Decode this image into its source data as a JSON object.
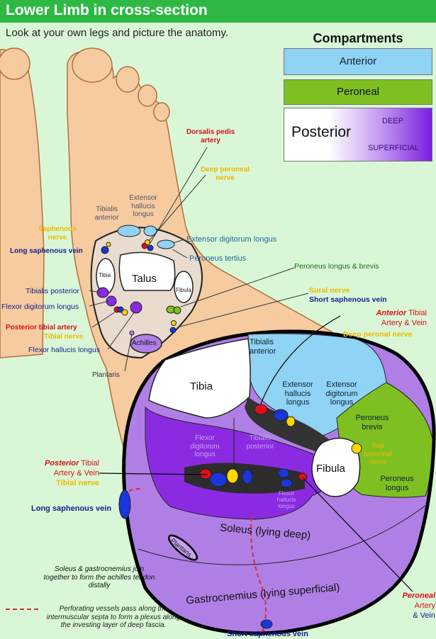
{
  "header": {
    "title": "Lower Limb in cross-section",
    "subtitle": "Look at your own legs and picture the anatomy."
  },
  "legend": {
    "title": "Compartments",
    "anterior": "Anterior",
    "peroneal": "Peroneal",
    "posterior": "Posterior",
    "deep": "DEEP",
    "superficial": "SUPERFICIAL"
  },
  "colors": {
    "header": "#2fb944",
    "background": "#d9f7d6",
    "anterior": "#8fd3f5",
    "peroneal": "#7ec022",
    "deep": "#7a1ee0",
    "superficial": "#b07fe6",
    "skin": "#f6cba0"
  },
  "ankle": {
    "dorsalis": "Dorsalis pedis artery",
    "deep_peroneal": "Deep peroneal nerve",
    "extensor_hallucis": "Extensor hallucis longus",
    "tibialis_anterior": "Tibialis anterior",
    "saphenous_nerve": "Saphenous nerve",
    "long_saphenous_vein": "Long saphenous vein",
    "extensor_digitorum": "Extensor digitorum longus",
    "peroneus_tertius": "Peroneus tertius",
    "peroneus_lb": "Peroneus longus & brevis",
    "tibia": "Tibia",
    "talus": "Talus",
    "fibula": "Fibula",
    "sural_nerve": "Sural nerve",
    "short_saphenous_vein": "Short saphenous vein",
    "tibialis_posterior": "Tibialis posterior",
    "fdl": "Flexor digitorum longus",
    "post_tibial_artery": "Posterior tibial artery",
    "tibial_nerve": "Tibial nerve",
    "fhl": "Flexor hallucis longus",
    "achilles": "Achilles",
    "plantaris": "Plantaris"
  },
  "section": {
    "tibia": "Tibia",
    "tibialis_anterior": "Tibialis anterior",
    "ehl": "Extensor hallucis longus",
    "edl": "Extensor digitorum longus",
    "peroneus_brevis": "Peroneus brevis",
    "sup_peroneal_nerve": "Sup peroneal nerve",
    "peroneus_longus": "Peroneus longus",
    "fibula": "Fibula",
    "fdl": "Flexor digitorum longus",
    "tibialis_posterior": "Tibialis posterior",
    "fhl": "Flexor hallucis longus",
    "soleus": "Soleus (lying deep)",
    "plantaris": "Plantaris",
    "gastrocnemius": "Gastrocnemius (lying superficial)",
    "ant_tibial_1": "Anterior",
    "ant_tibial_2": " Tibial",
    "ant_tibial_3": "Artery & Vein",
    "deep_peroneal": "Deep peronal nerve",
    "post_tibial_1": "Posterior",
    "post_tibial_2": " Tibial",
    "post_tibial_3": "Artery & Vein",
    "post_tibial_4": "Tibial nerve",
    "long_saphenous": "Long saphenous vein",
    "short_saphenous": "Short saphenous vein",
    "peroneal_1": "Peroneal",
    "peroneal_2": "Artery",
    "peroneal_3": "& Vein",
    "note": "Soleus & gastrocnemius join together to form the achilles tendon distally",
    "perforating": "Perforating vessels pass along the intermuscular septa to form a plexus along the investing layer of deep fascia."
  }
}
